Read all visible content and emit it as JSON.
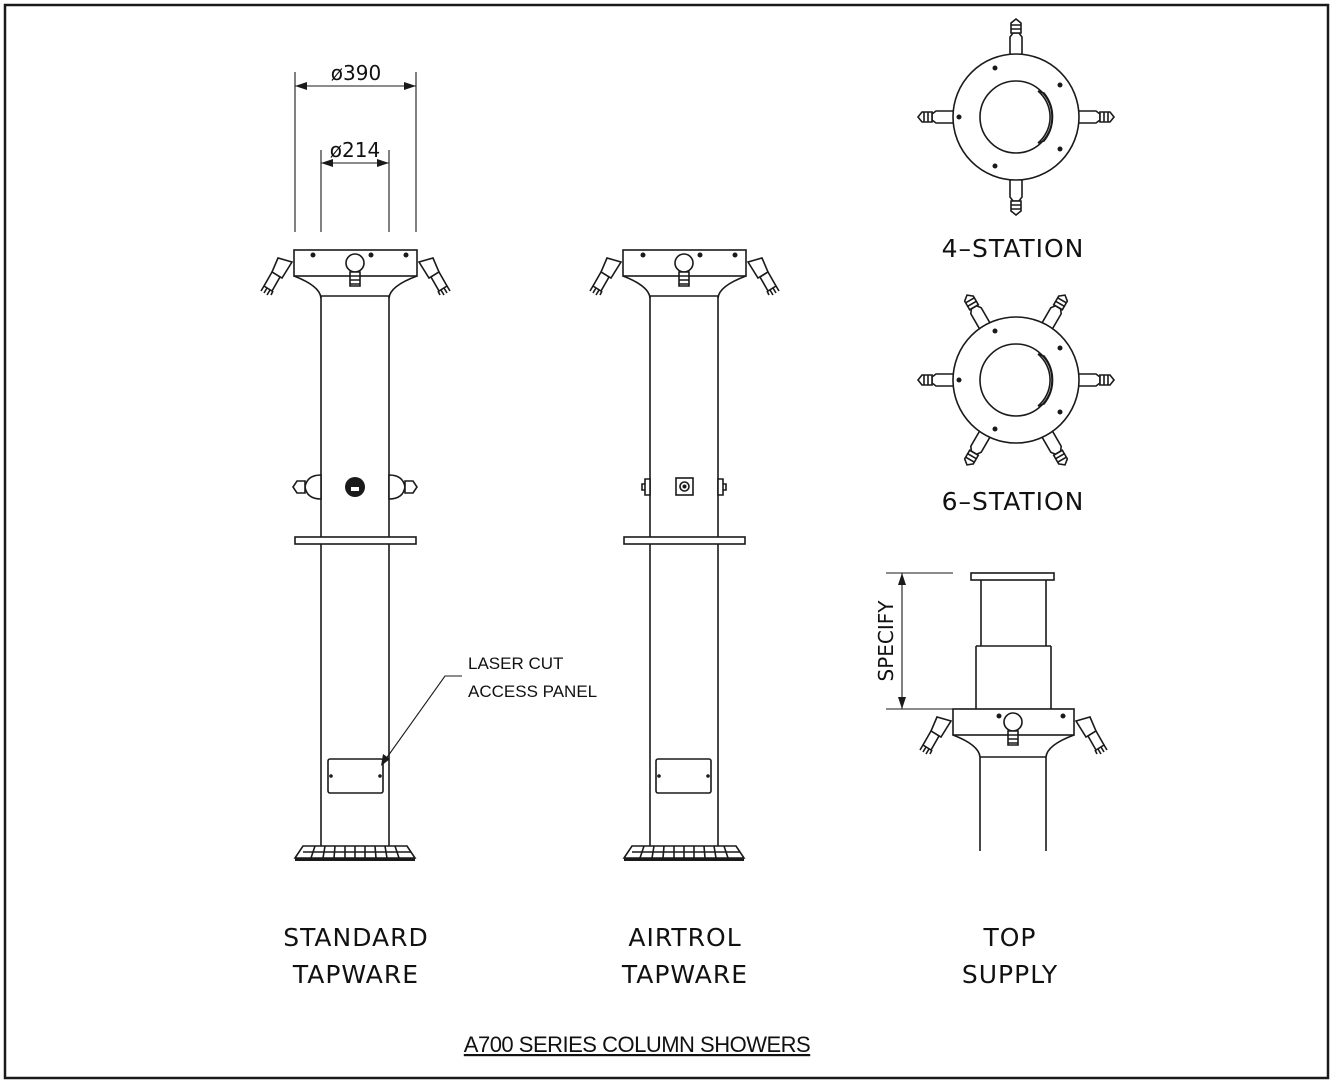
{
  "dimensions": {
    "outer_diameter": "ø390",
    "inner_diameter": "ø214",
    "specify": "SPECIFY"
  },
  "callout": {
    "line1": "LASER CUT",
    "line2": "ACCESS PANEL"
  },
  "views": {
    "four_station": "4–STATION",
    "six_station": "6–STATION",
    "standard": {
      "line1": "STANDARD",
      "line2": "TAPWARE"
    },
    "airtrol": {
      "line1": "AIRTROL",
      "line2": "TAPWARE"
    },
    "top_supply": {
      "line1": "TOP",
      "line2": "SUPPLY"
    }
  },
  "title": "A700 SERIES COLUMN SHOWERS"
}
